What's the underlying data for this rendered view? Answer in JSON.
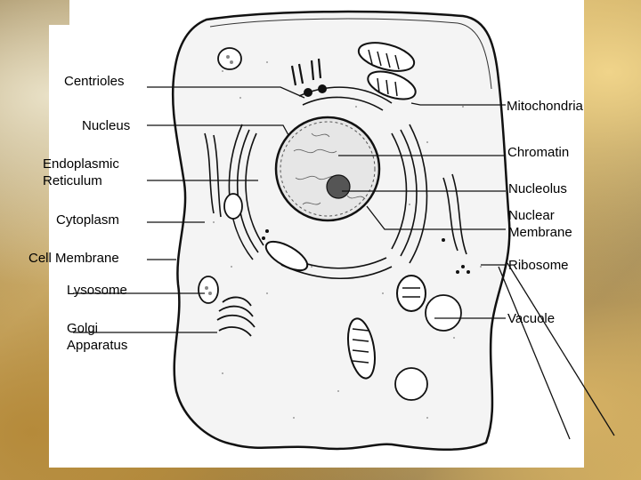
{
  "diagram": {
    "labels": {
      "centrioles": "Centrioles",
      "nucleus": "Nucleus",
      "endoplasmic_reticulum": "Endoplasmic\nReticulum",
      "cytoplasm": "Cytoplasm",
      "cell_membrane": "Cell Membrane",
      "lysosome": "Lysosome",
      "golgi_apparatus": "Golgi\nApparatus",
      "mitochondria": "Mitochondria",
      "chromatin": "Chromatin",
      "nucleolus": "Nucleolus",
      "nuclear_membrane": "Nuclear\nMembrane",
      "ribosome": "Ribosome",
      "vacuole": "Vacuole"
    }
  }
}
